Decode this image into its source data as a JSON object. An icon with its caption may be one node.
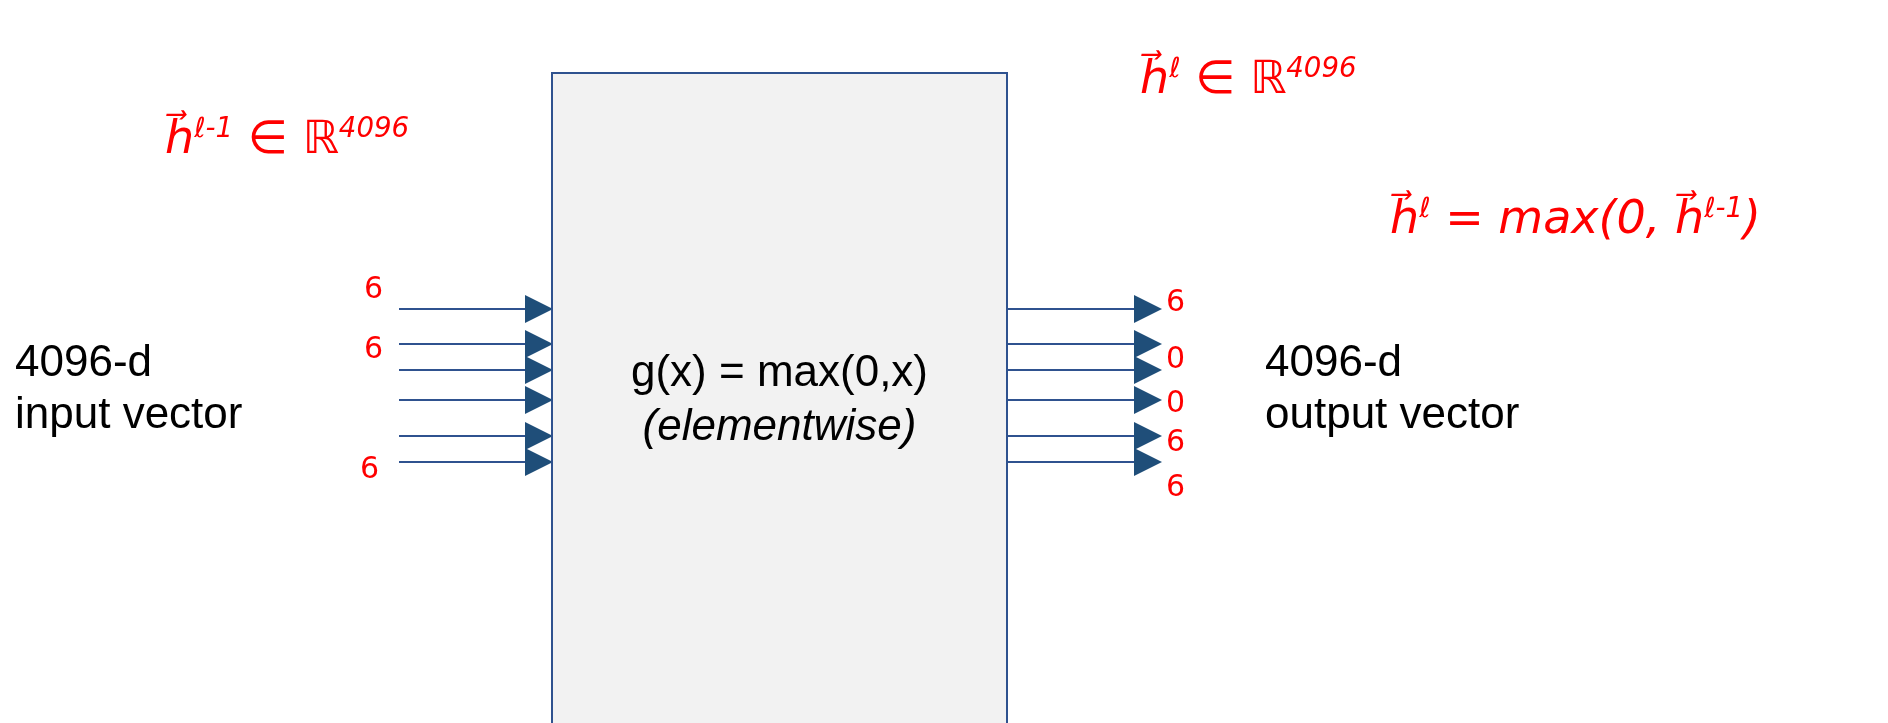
{
  "diagram": {
    "nodes": [
      {
        "text": [
          "g(x) = max(0,x)",
          "(elementwise)"
        ]
      },
      {
        "text": [
          "6"
        ]
      },
      {
        "text": [
          "0"
        ]
      },
      {
        "text": [
          "0"
        ]
      },
      {
        "text": [
          "6"
        ]
      },
      {
        "text": [
          "6"
        ]
      }
    ],
    "edges": [
      {
        "from": null,
        "to": 0,
        "arrow": "to"
      },
      {
        "from": null,
        "to": 0,
        "arrow": "to"
      },
      {
        "from": null,
        "to": 0,
        "arrow": "to"
      },
      {
        "from": null,
        "to": 0,
        "arrow": "to"
      },
      {
        "from": null,
        "to": 0,
        "arrow": "to"
      },
      {
        "from": null,
        "to": 0,
        "arrow": "to"
      },
      {
        "from": 0,
        "to": 1,
        "arrow": "to"
      },
      {
        "from": 0,
        "to": 2,
        "arrow": "to"
      },
      {
        "from": 0,
        "to": 2,
        "arrow": "to"
      },
      {
        "from": 0,
        "to": 3,
        "arrow": "to"
      },
      {
        "from": 0,
        "to": 4,
        "arrow": "to"
      },
      {
        "from": 0,
        "to": 5,
        "arrow": "to"
      }
    ],
    "labels": [
      "h⃗$^{ℓ-1}$ ∈ ℝ$^{4096}$",
      "h⃗$^{ℓ}$ ∈ ℝ$^{4096}$",
      "h⃗$^{ℓ}$ = max(0, h⃗$^{ℓ-1}$)",
      "6",
      "6",
      "4096-d input vector",
      "6",
      "4096-d output vector"
    ]
  }
}
